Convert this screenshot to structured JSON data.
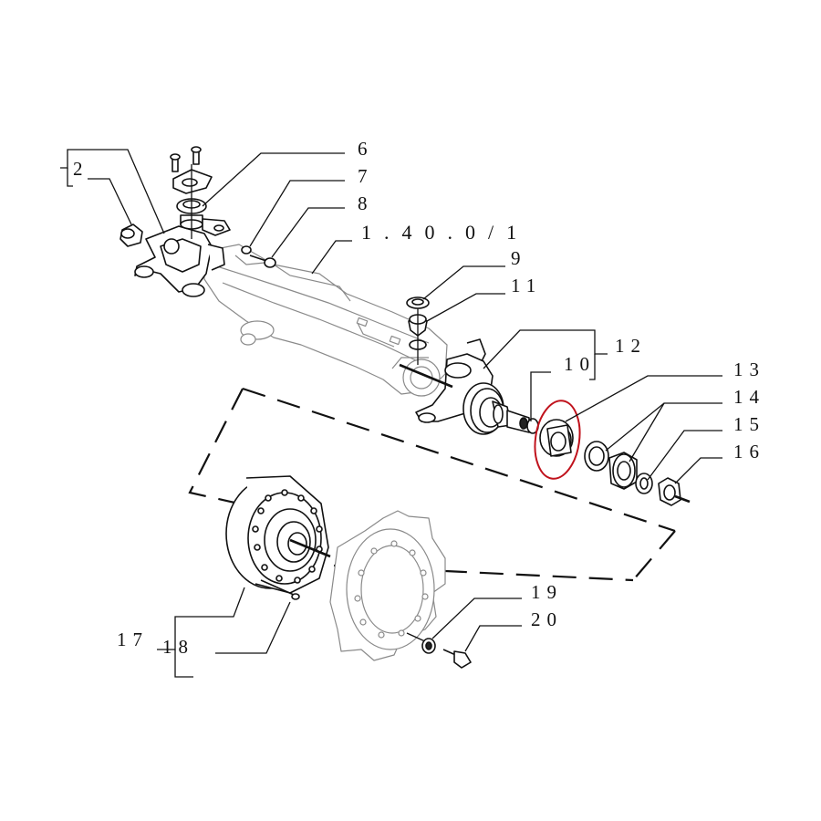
{
  "diagram": {
    "reference_label": "1.40.0/1",
    "highlight_color": "#c0121c",
    "line_color": "#111111",
    "ghost_color": "#8a8a8a",
    "callouts": [
      {
        "id": "2",
        "label": "2"
      },
      {
        "id": "6",
        "label": "6"
      },
      {
        "id": "7",
        "label": "7"
      },
      {
        "id": "8",
        "label": "8"
      },
      {
        "id": "9",
        "label": "9"
      },
      {
        "id": "10",
        "label": "10"
      },
      {
        "id": "11",
        "label": "11"
      },
      {
        "id": "12",
        "label": "12"
      },
      {
        "id": "13",
        "label": "13"
      },
      {
        "id": "14",
        "label": "14"
      },
      {
        "id": "15",
        "label": "15"
      },
      {
        "id": "16",
        "label": "16"
      },
      {
        "id": "17",
        "label": "17"
      },
      {
        "id": "18",
        "label": "18"
      },
      {
        "id": "19",
        "label": "19"
      },
      {
        "id": "20",
        "label": "20"
      }
    ],
    "highlighted_part": "13"
  }
}
